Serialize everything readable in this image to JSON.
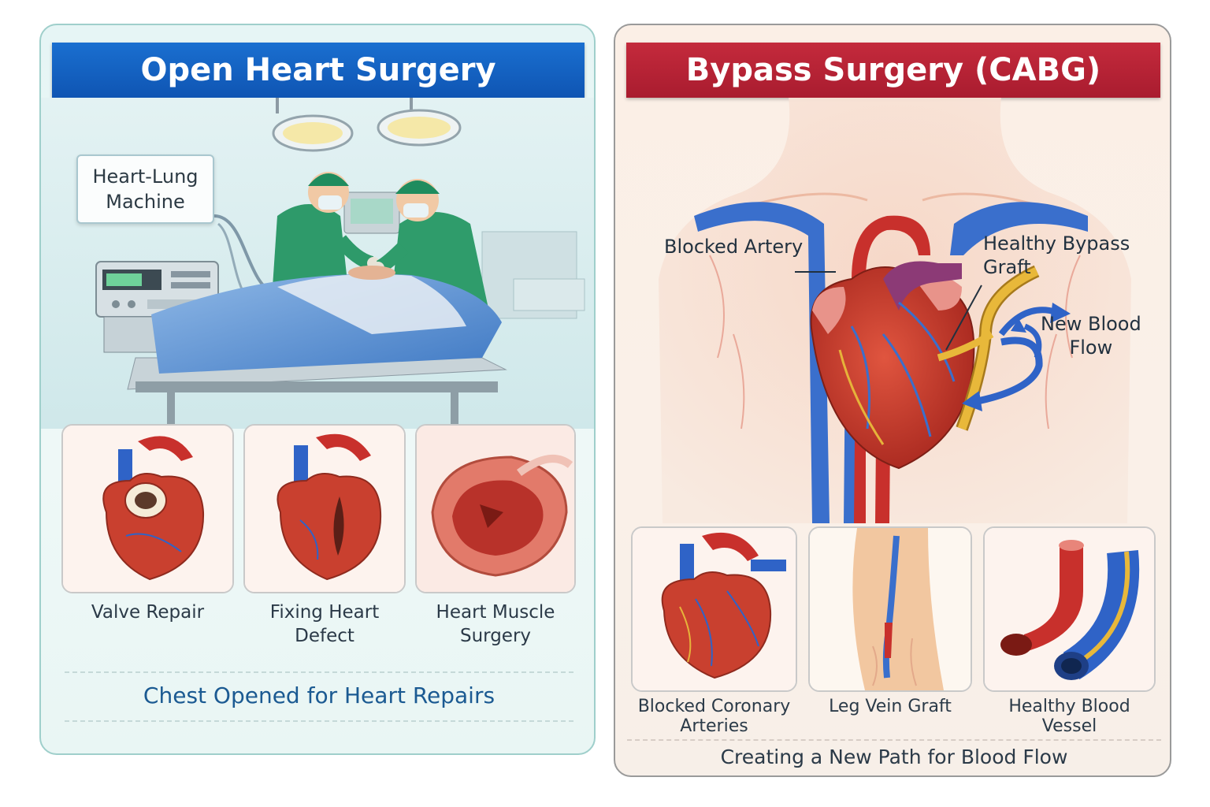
{
  "left_panel": {
    "title": "Open Heart Surgery",
    "machine_label": "Heart-Lung Machine",
    "tiles": [
      {
        "label_line1": "Valve Repair",
        "label_line2": ""
      },
      {
        "label_line1": "Fixing Heart",
        "label_line2": "Defect"
      },
      {
        "label_line1": "Heart Muscle",
        "label_line2": "Surgery"
      }
    ],
    "caption": "Chest Opened for Heart Repairs"
  },
  "right_panel": {
    "title": "Bypass Surgery (CABG)",
    "callouts": {
      "blocked_artery": "Blocked Artery",
      "bypass_graft": "Healthy Bypass Graft",
      "new_blood_flow_line1": "New Blood",
      "new_blood_flow_line2": "Flow"
    },
    "tiles": [
      {
        "label_line1": "Blocked Coronary",
        "label_line2": "Arteries"
      },
      {
        "label_line1": "Leg Vein Graft",
        "label_line2": ""
      },
      {
        "label_line1": "Healthy Blood Vessel",
        "label_line2": ""
      }
    ],
    "caption": "Creating a New Path for Blood Flow"
  },
  "colors": {
    "left_banner": "#1465c4",
    "right_banner": "#b8243a",
    "artery_red": "#c8302c",
    "vein_blue": "#2f63c7",
    "graft_yellow": "#e8b83a"
  }
}
